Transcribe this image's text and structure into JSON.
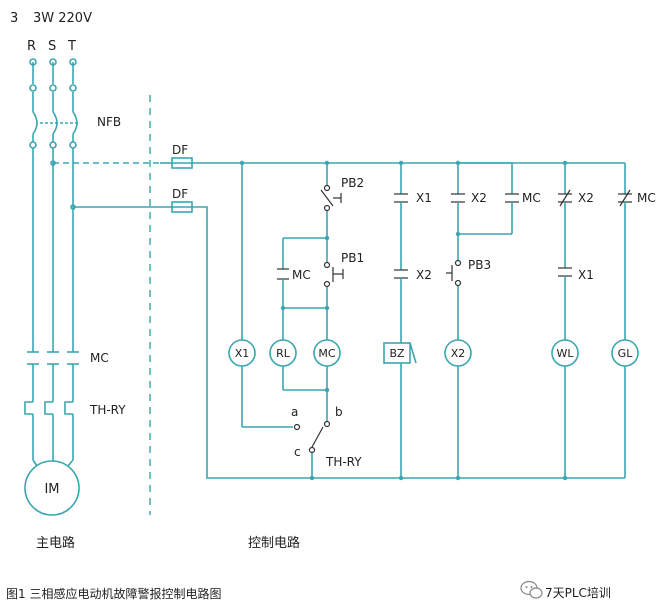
{
  "header": {
    "phase_num": "3",
    "spec": "3W 220V",
    "phase_r": "R",
    "phase_s": "S",
    "phase_t": "T"
  },
  "labels": {
    "nfb": "NFB",
    "df1": "DF",
    "df2": "DF",
    "pb2": "PB2",
    "pb1": "PB1",
    "mc_hold": "MC",
    "x1_contact": "X1",
    "x2_contact": "X2",
    "x2_contact_b": "X2",
    "pb3": "PB3",
    "mc_contact": "MC",
    "x2_nc": "X2",
    "mc_nc": "MC",
    "x1_contact_b": "X1",
    "mc_main": "MC",
    "thry_main": "TH-RY",
    "thry_ctrl": "TH-RY",
    "term_a": "a",
    "term_b": "b",
    "term_c": "c"
  },
  "coils": {
    "x1": "X1",
    "rl": "RL",
    "mc": "MC",
    "bz": "BZ",
    "x2": "X2",
    "wl": "WL",
    "gl": "GL"
  },
  "motor": {
    "label": "IM"
  },
  "sections": {
    "main": "主电路",
    "control": "控制电路"
  },
  "footer": {
    "caption": "图1 三相感应电动机故障警报控制电路图",
    "brand": "7天PLC培训",
    "brand_icon": "wechat-icon"
  },
  "colors": {
    "wire": "#3aa6b0",
    "divider": "#3aa6b0",
    "symbol": "#333333"
  }
}
